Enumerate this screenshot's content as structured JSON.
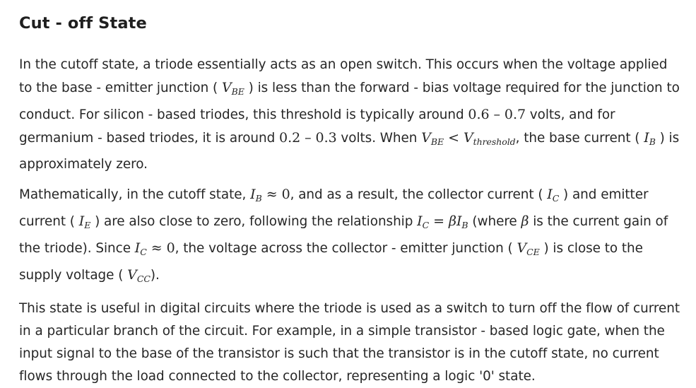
{
  "section": {
    "title": "Cut - off State"
  },
  "paragraph1": {
    "t1": "In the cutoff state, a triode essentially acts as an open switch. This occurs when the voltage applied to the base - emitter junction (",
    "vbe_v": "V",
    "vbe_s": "BE",
    "t2": ") is less than the forward - bias voltage required for the junction to conduct. For silicon - based triodes, this threshold is typically around",
    "si_range": "0.6 – 0.7",
    "t3": "volts, and for germanium - based triodes, it is around",
    "ge_range": "0.2 – 0.3",
    "t4": "volts. When",
    "cond_v1": "V",
    "cond_s1": "BE",
    "cond_op": "<",
    "cond_v2": "V",
    "cond_s2": "threshold",
    "t5": ", the base current (",
    "ib_v": "I",
    "ib_s": "B",
    "t6": ") is approximately zero."
  },
  "paragraph2": {
    "t1": "Mathematically, in the cutoff state,",
    "eq1_v": "I",
    "eq1_s": "B",
    "eq1_rest": "≈ 0",
    "t2": ", and as a result, the collector current (",
    "ic_v": "I",
    "ic_s": "C",
    "t3": ") and emitter current (",
    "ie_v": "I",
    "ie_s": "E",
    "t4": ") are also close to zero, following the relationship",
    "rel_v1": "I",
    "rel_s1": "C",
    "rel_mid": "= βI",
    "rel_s2": "B",
    "t5": "(where",
    "beta": "β",
    "t6": "is the current gain of the triode). Since",
    "eq2_v": "I",
    "eq2_s": "C",
    "eq2_rest": "≈ 0",
    "t7": ", the voltage across the collector - emitter junction (",
    "vce_v": "V",
    "vce_s": "CE",
    "t8": ") is close to the supply voltage (",
    "vcc_v": "V",
    "vcc_s": "CC",
    "t9": ")."
  },
  "paragraph3": {
    "text": "This state is useful in digital circuits where the triode is used as a switch to turn off the flow of current in a particular branch of the circuit. For example, in a simple transistor - based logic gate, when the input signal to the base of the transistor is such that the transistor is in the cutoff state, no current flows through the load connected to the collector, representing a logic '0' state."
  }
}
